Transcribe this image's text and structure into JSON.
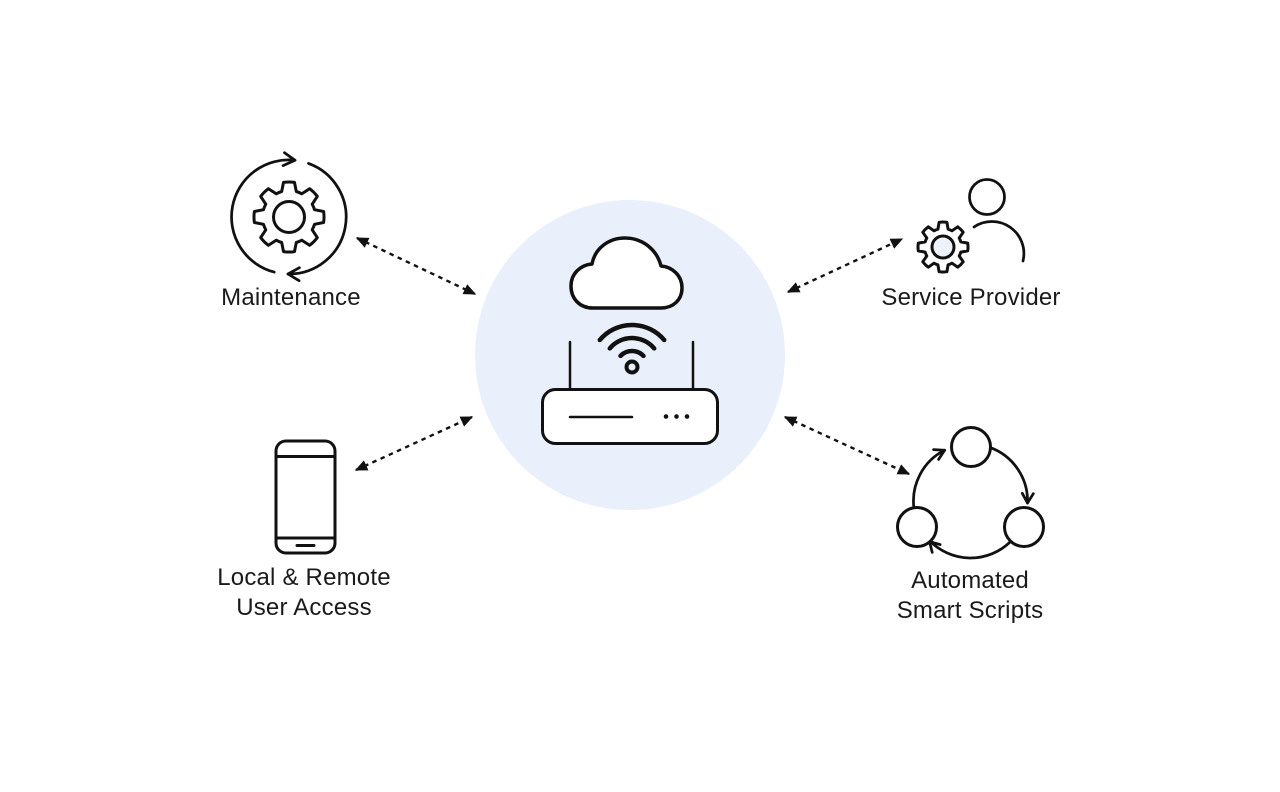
{
  "diagram": {
    "hub": {
      "name": "Cloud-connected Wi-Fi router",
      "icons": [
        "cloud",
        "wifi-signal",
        "router"
      ],
      "fill_color": "#E9EFFB"
    },
    "nodes": {
      "maintenance": {
        "label": "Maintenance",
        "icon": "gear-refresh-cycle"
      },
      "service_provider": {
        "label": "Service Provider",
        "icon": "person-with-gear"
      },
      "user_access": {
        "label_line1": "Local & Remote",
        "label_line2": "User Access",
        "icon": "smartphone"
      },
      "smart_scripts": {
        "label_line1": "Automated",
        "label_line2": "Smart Scripts",
        "icon": "three-node-cycle"
      }
    },
    "connectors": {
      "style": "dashed",
      "arrowheads": "both-ends",
      "count": 4
    },
    "colors": {
      "stroke": "#111111",
      "text": "#1a1a1a",
      "hub_fill": "#E9EFFB",
      "gear_core_fill": "#EDF2FA"
    }
  }
}
